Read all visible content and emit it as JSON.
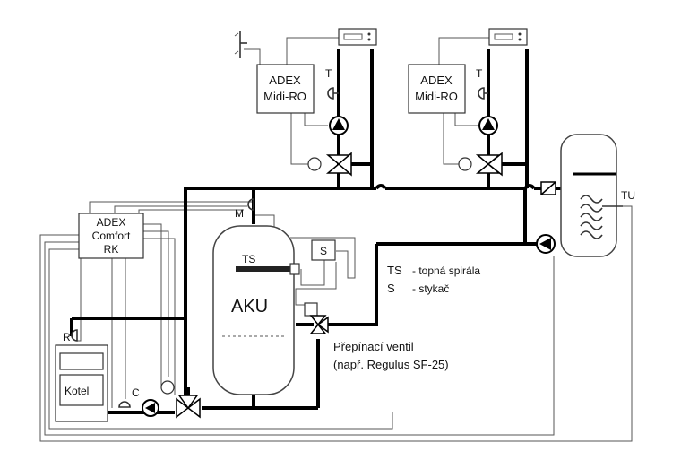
{
  "controllers": {
    "midi_left": {
      "line1": "ADEX",
      "line2": "Midi-RO",
      "sensor_label": "T"
    },
    "midi_right": {
      "line1": "ADEX",
      "line2": "Midi-RO",
      "sensor_label": "T"
    },
    "comfort": {
      "line1": "ADEX",
      "line2": "Comfort",
      "line3": "RK"
    }
  },
  "sensors": {
    "m": "M",
    "r": "R",
    "c": "C",
    "tu": "TU"
  },
  "tank": {
    "label": "AKU",
    "spiral_label": "TS"
  },
  "contactor": {
    "label": "S"
  },
  "boiler": {
    "label": "Kotel"
  },
  "legend": {
    "ts_key": "TS",
    "ts_desc": "- topná spirála",
    "s_key": "S",
    "s_desc": "- stykač"
  },
  "valve_note": {
    "line1": "Přepínací ventil",
    "line2": "(např. Regulus SF-25)"
  }
}
